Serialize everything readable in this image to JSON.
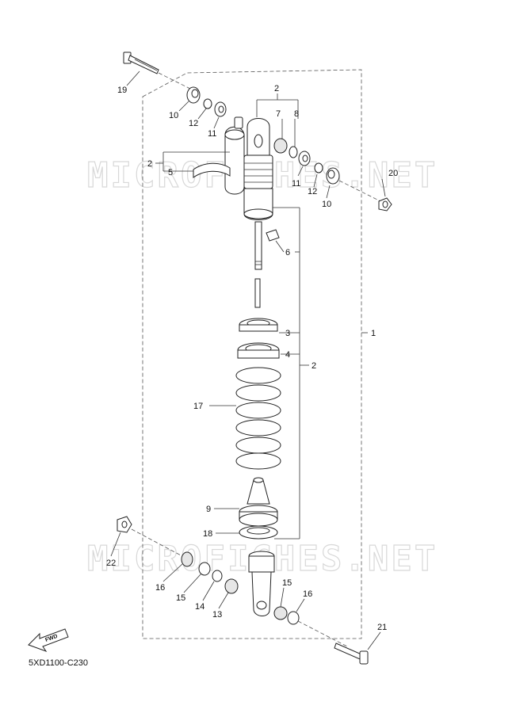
{
  "watermark": {
    "text_top": "MICROFICHES.NET",
    "text_bottom": "MICROFICHES.NET"
  },
  "diagram_code": "5XD1100-C230",
  "fwd_label": "FWD",
  "callouts": {
    "c19": "19",
    "c10a": "10",
    "c12a": "12",
    "c11a": "11",
    "c2a": "2",
    "c7": "7",
    "c8": "8",
    "c2b": "2",
    "c5": "5",
    "c20": "20",
    "c11b": "11",
    "c12b": "12",
    "c10b": "10",
    "c6": "6",
    "c3": "3",
    "c4": "4",
    "c2c": "2",
    "c1": "1",
    "c17": "17",
    "c9": "9",
    "c18": "18",
    "c22": "22",
    "c16a": "16",
    "c15a": "15",
    "c14": "14",
    "c13": "13",
    "c15b": "15",
    "c16b": "16",
    "c21": "21"
  }
}
